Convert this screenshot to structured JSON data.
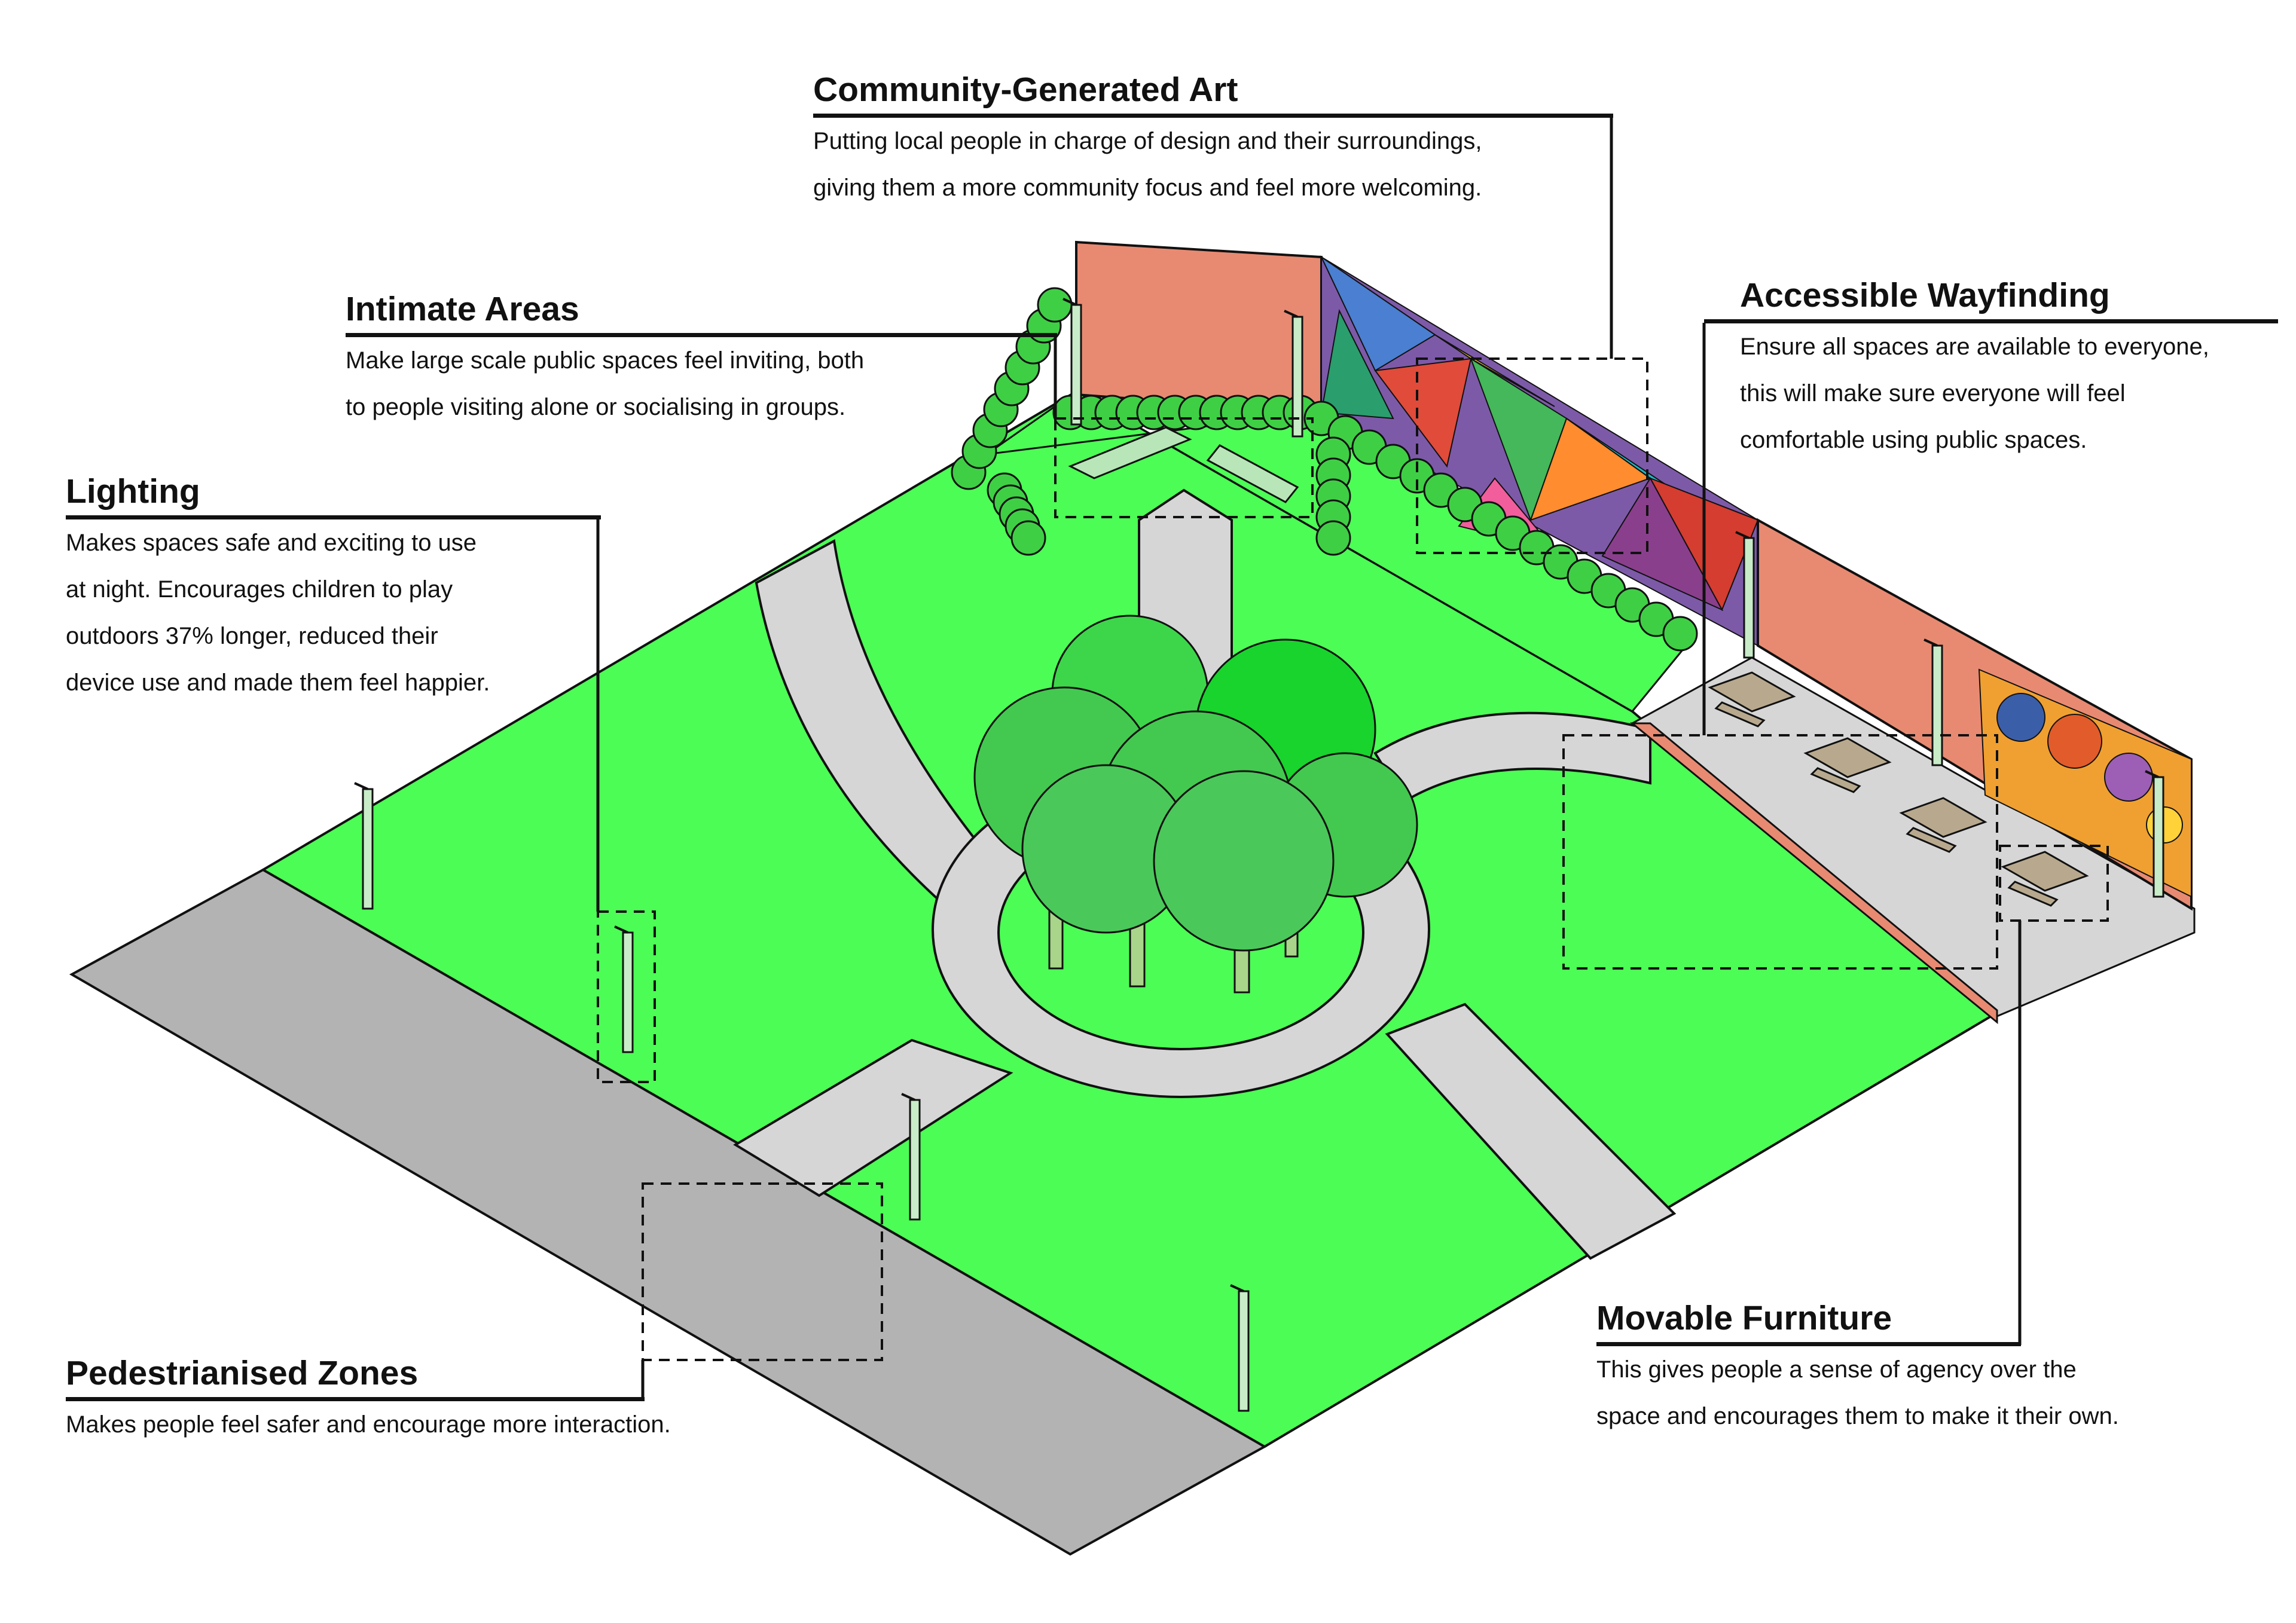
{
  "callouts": {
    "community_art": {
      "title": "Community-Generated Art",
      "body": "Putting local people in charge of design and their surroundings,\ngiving them a more community focus and feel more welcoming."
    },
    "intimate_areas": {
      "title": "Intimate Areas",
      "body": "Make large scale public spaces feel inviting, both\nto people visiting alone or socialising in groups."
    },
    "accessible_wayfinding": {
      "title": "Accessible Wayfinding",
      "body": "Ensure all spaces are available to everyone,\nthis will make sure everyone will feel\ncomfortable using public spaces."
    },
    "lighting": {
      "title": "Lighting",
      "body": "Makes spaces safe and exciting to use\nat night. Encourages children to play\noutdoors 37% longer, reduced their\ndevice use and made them feel happier."
    },
    "pedestrianised_zones": {
      "title": "Pedestrianised Zones",
      "body": "Makes people feel safer and encourage more interaction."
    },
    "movable_furniture": {
      "title": "Movable Furniture",
      "body": "This gives people a sense of agency over the\nspace and encourages them to make it their own."
    }
  },
  "colors": {
    "grass": "#4cfd55",
    "path": "#d6d6d6",
    "road": "#b3b3b3",
    "wall": "#e88a72",
    "tree": "#43c94f",
    "hedge": "#3fcf45",
    "outline": "#111111"
  }
}
